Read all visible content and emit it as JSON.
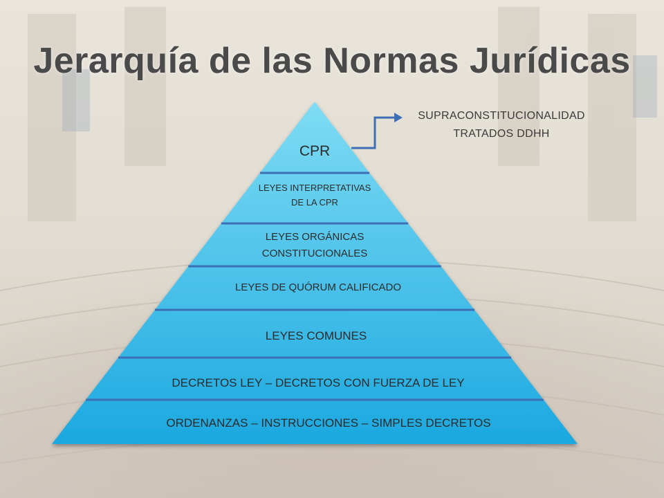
{
  "title": "Jerarquía de las Normas Jurídicas",
  "pyramid": {
    "levels": [
      {
        "lines": [
          "CPR"
        ]
      },
      {
        "lines": [
          "LEYES INTERPRETATIVAS",
          "DE LA CPR"
        ]
      },
      {
        "lines": [
          "LEYES ORGÁNICAS",
          "CONSTITUCIONALES"
        ]
      },
      {
        "lines": [
          "LEYES DE QUÓRUM CALIFICADO"
        ]
      },
      {
        "lines": [
          "LEYES COMUNES"
        ]
      },
      {
        "lines": [
          "DECRETOS LEY – DECRETOS CON FUERZA DE LEY"
        ]
      },
      {
        "lines": [
          "ORDENANZAS – INSTRUCCIONES – SIMPLES DECRETOS"
        ]
      }
    ]
  },
  "callout": {
    "line1": "SUPRACONSTITUCIONALIDAD",
    "line2": "TRATADOS DDHH"
  },
  "colors": {
    "pyramid_top": "#7fdcf4",
    "pyramid_bottom": "#1ba8e0",
    "divider": "#3b6fb6",
    "arrow": "#3b6fb6",
    "title": "#4a4a4a"
  }
}
